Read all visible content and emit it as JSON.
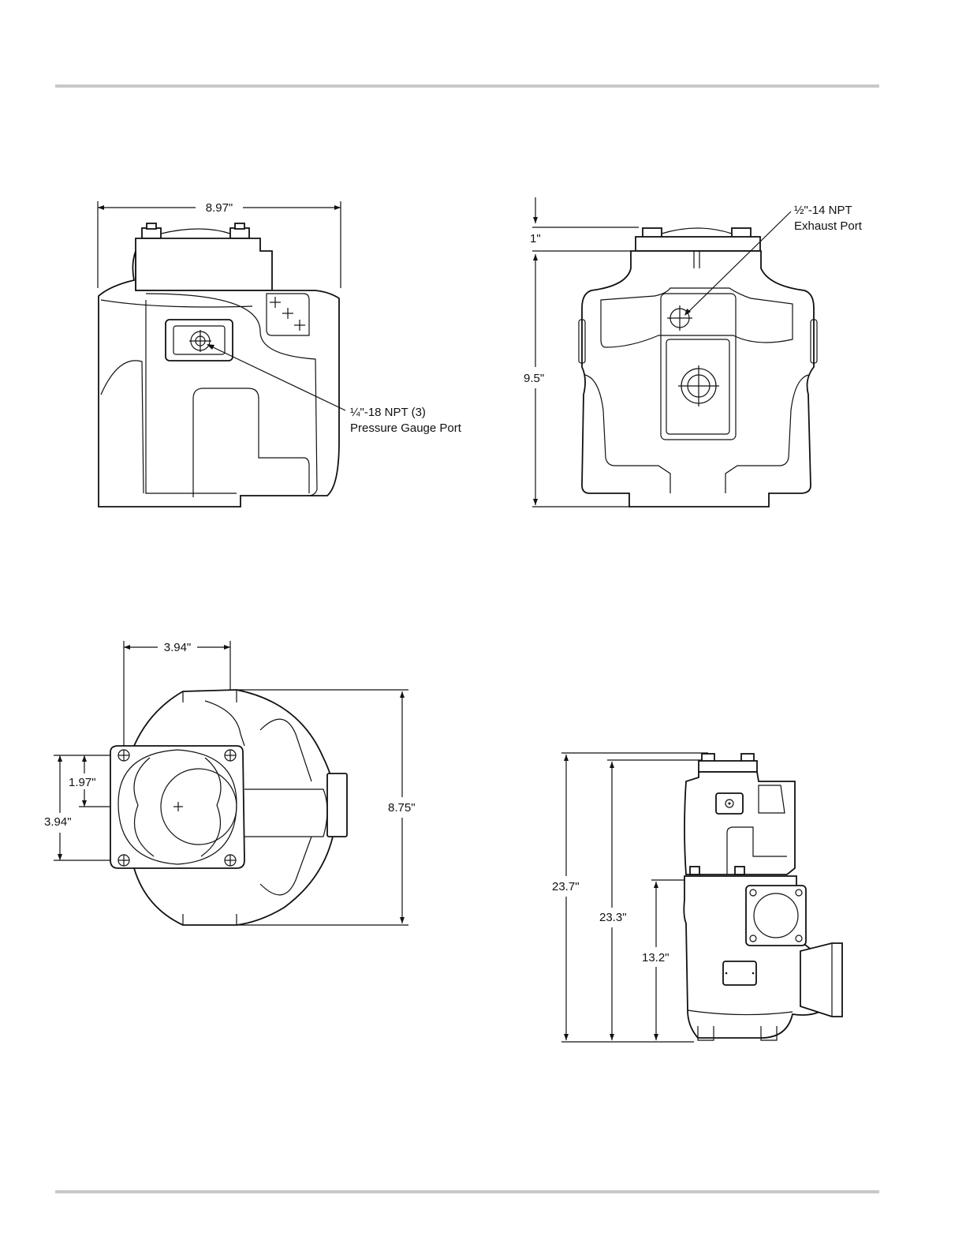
{
  "colors": {
    "rule": "#c8c8c8",
    "ink": "#111111",
    "background": "#ffffff"
  },
  "front_view": {
    "width_dim": "8.97\"",
    "callout_line1": "¼\"-18 NPT (3)",
    "callout_line2": "Pressure Gauge Port"
  },
  "side_view": {
    "top_dim": "1\"",
    "height_dim": "9.5\"",
    "callout_line1": "½\"-14 NPT",
    "callout_line2": "Exhaust Port"
  },
  "top_view": {
    "bolt_spacing_horizontal": "3.94\"",
    "bolt_half_spacing": "1.97\"",
    "bolt_spacing_vertical": "3.94\"",
    "depth_dim": "8.75\""
  },
  "assembly_view": {
    "overall_height": "23.7\"",
    "flange_height": "23.3\"",
    "inlet_height": "13.2\""
  }
}
